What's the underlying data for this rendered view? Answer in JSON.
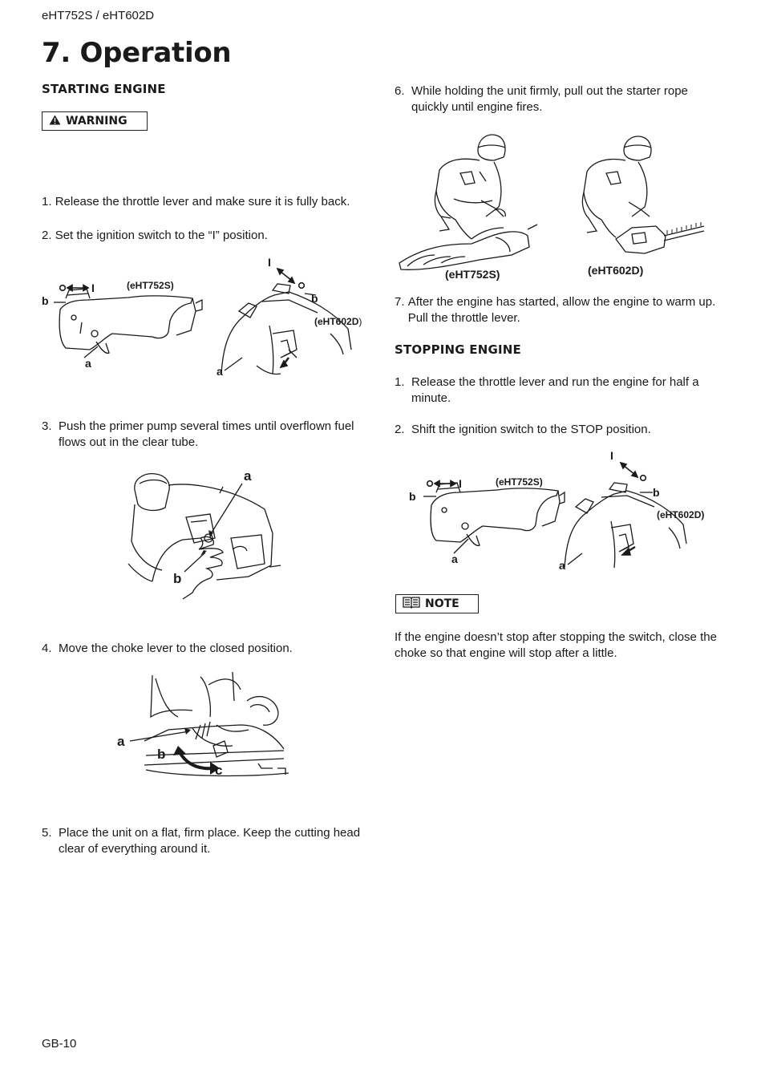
{
  "header": {
    "model": "eHT752S / eHT602D",
    "title": "7. Operation"
  },
  "starting": {
    "heading": "STARTING ENGINE",
    "warning_label": "WARNING",
    "steps": [
      {
        "num": "1.",
        "text": "Release the throttle lever and make sure it is fully back."
      },
      {
        "num": "2.",
        "text": "Set the ignition switch to the “I” position."
      },
      {
        "num": "3.",
        "text": "Push the primer pump several times until overflown fuel flows out in the clear tube."
      },
      {
        "num": "4.",
        "text": "Move the choke lever to the closed position."
      },
      {
        "num": "5.",
        "text": "Place the unit on a flat, firm place. Keep the cutting head clear of everything around it."
      },
      {
        "num": "6.",
        "text": "While holding the unit firmly, pull out the starter rope quickly until engine fires."
      },
      {
        "num": "7.",
        "text": "After the engine has started, allow the engine to warm up.  Pull the throttle lever."
      }
    ]
  },
  "figures": {
    "switch": {
      "model_s": "(eHT752S)",
      "model_d": "(eHT602D",
      "model_d_close": ")",
      "label_a": "a",
      "label_b": "b",
      "label_i": "I",
      "label_o": "O"
    },
    "primer": {
      "label_a": "a",
      "label_b": "b"
    },
    "choke": {
      "label_a": "a",
      "label_b": "b",
      "label_c": "c"
    },
    "starter": {
      "model_s": "(eHT752S)",
      "model_d": "(eHT602D)"
    },
    "stop_switch": {
      "model_s": "(eHT752S)",
      "model_d": "(eHT602D)",
      "label_a": "a",
      "label_b": "b",
      "label_i": "I",
      "label_o": "O"
    }
  },
  "stopping": {
    "heading": "STOPPING ENGINE",
    "steps": [
      {
        "num": "1.",
        "text": "Release the throttle lever and run the engine for half a minute."
      },
      {
        "num": "2.",
        "text": "Shift the ignition switch to the STOP position."
      }
    ]
  },
  "note": {
    "label": "NOTE",
    "text": "If the engine doesn’t stop after stopping the switch, close the choke so that engine will stop after a little."
  },
  "footer": {
    "page": "GB-10"
  }
}
